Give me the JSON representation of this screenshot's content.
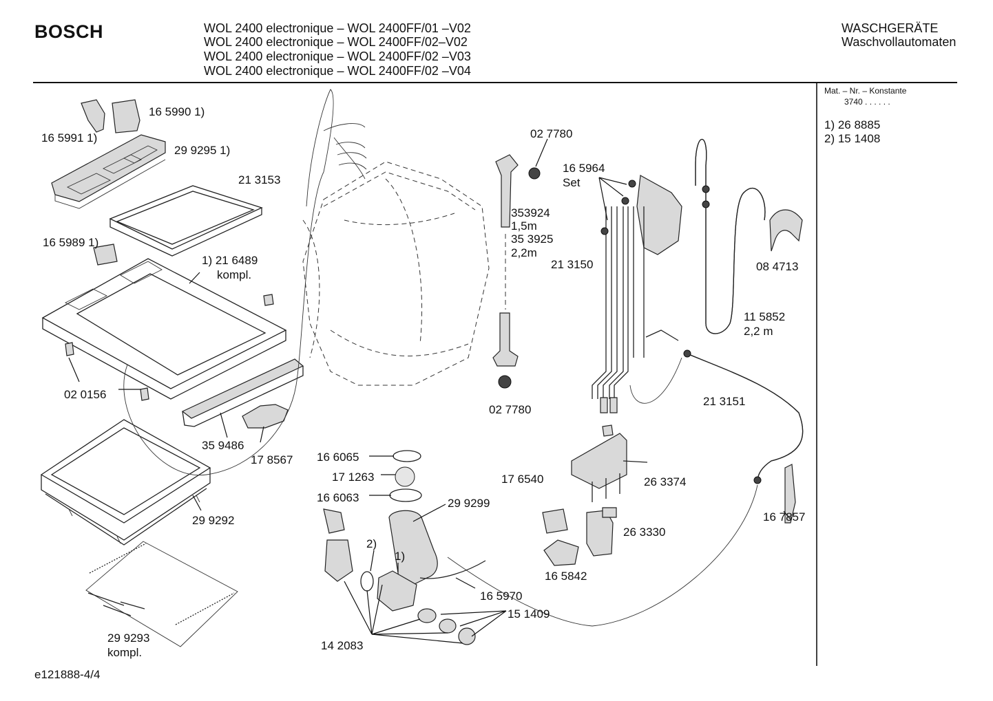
{
  "header": {
    "brand": "BOSCH",
    "models": [
      "WOL 2400 electronique  – WOL 2400FF/01 –V02",
      "WOL 2400 electronique  – WOL 2400FF/02–V02",
      "WOL 2400 electronique  – WOL 2400FF/02 –V03",
      "WOL 2400 electronique  – WOL 2400FF/02 –V04"
    ],
    "category": "WASCHGERÄTE",
    "subcategory": "Waschvollautomaten"
  },
  "sidebar": {
    "title": "Mat. – Nr. – Konstante",
    "constant": "3740  .  .  .  .  .  .",
    "notes": [
      "1)  26 8885",
      "2)  15 1408"
    ]
  },
  "footer": {
    "doc_id": "e121888-4/4"
  },
  "parts": [
    {
      "id": "p1",
      "text": "16 5990 1)"
    },
    {
      "id": "p2",
      "text": "16 5991 1)"
    },
    {
      "id": "p3",
      "text": "29 9295 1)"
    },
    {
      "id": "p4",
      "text": "21 3153"
    },
    {
      "id": "p5",
      "text": "16 5989 1)"
    },
    {
      "id": "p6",
      "text": "1) 21 6489"
    },
    {
      "id": "p7",
      "text": "kompl."
    },
    {
      "id": "p8",
      "text": "02 0156"
    },
    {
      "id": "p9",
      "text": "35 9486"
    },
    {
      "id": "p10",
      "text": "17 8567"
    },
    {
      "id": "p11",
      "text": "29 9292"
    },
    {
      "id": "p12",
      "text": "29 9293"
    },
    {
      "id": "p13",
      "text": "kompl."
    },
    {
      "id": "p14",
      "text": "02 7780"
    },
    {
      "id": "p15",
      "text": "353924"
    },
    {
      "id": "p16",
      "text": "1,5m"
    },
    {
      "id": "p17",
      "text": "35 3925"
    },
    {
      "id": "p18",
      "text": "2,2m"
    },
    {
      "id": "p19",
      "text": "02 7780"
    },
    {
      "id": "p20",
      "text": "16 5964"
    },
    {
      "id": "p21",
      "text": "Set"
    },
    {
      "id": "p22",
      "text": "21 3150"
    },
    {
      "id": "p23",
      "text": "08 4713"
    },
    {
      "id": "p24",
      "text": "11 5852"
    },
    {
      "id": "p25",
      "text": "2,2 m"
    },
    {
      "id": "p26",
      "text": "21 3151"
    },
    {
      "id": "p27",
      "text": "26 3374"
    },
    {
      "id": "p28",
      "text": "16 7857"
    },
    {
      "id": "p29",
      "text": "16 6065"
    },
    {
      "id": "p30",
      "text": "17 1263"
    },
    {
      "id": "p31",
      "text": "16 6063"
    },
    {
      "id": "p32",
      "text": "29 9299"
    },
    {
      "id": "p33",
      "text": "17 6540"
    },
    {
      "id": "p34",
      "text": "26 3330"
    },
    {
      "id": "p35",
      "text": "16 5842"
    },
    {
      "id": "p36",
      "text": "2)"
    },
    {
      "id": "p37",
      "text": "1)"
    },
    {
      "id": "p38",
      "text": "16 5970"
    },
    {
      "id": "p39",
      "text": "15 1409"
    },
    {
      "id": "p40",
      "text": "14 2083"
    }
  ]
}
